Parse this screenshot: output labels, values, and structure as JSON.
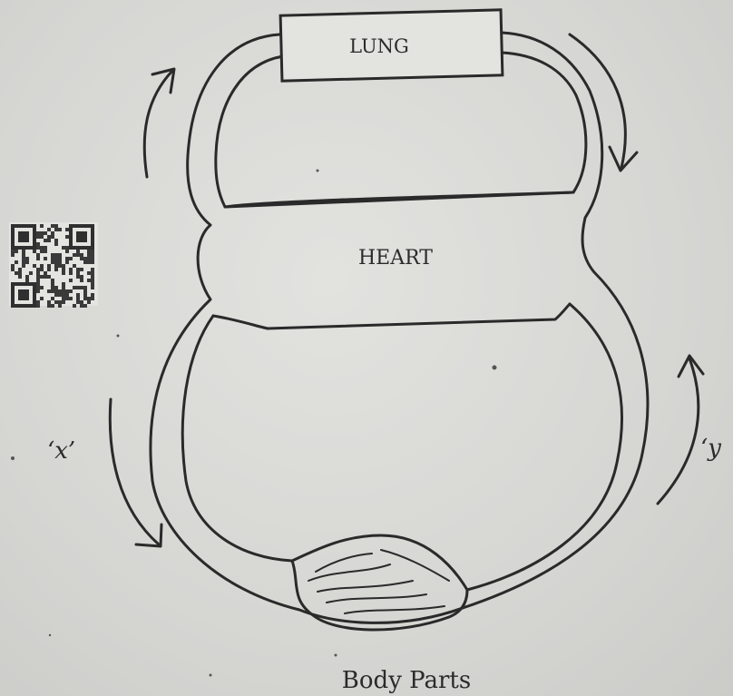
{
  "diagram": {
    "top_box_label": "LUNG",
    "middle_label": "HEART",
    "left_arrow_label": "‘x’",
    "right_arrow_label": "‘y",
    "bottom_caption": "Body Parts"
  }
}
